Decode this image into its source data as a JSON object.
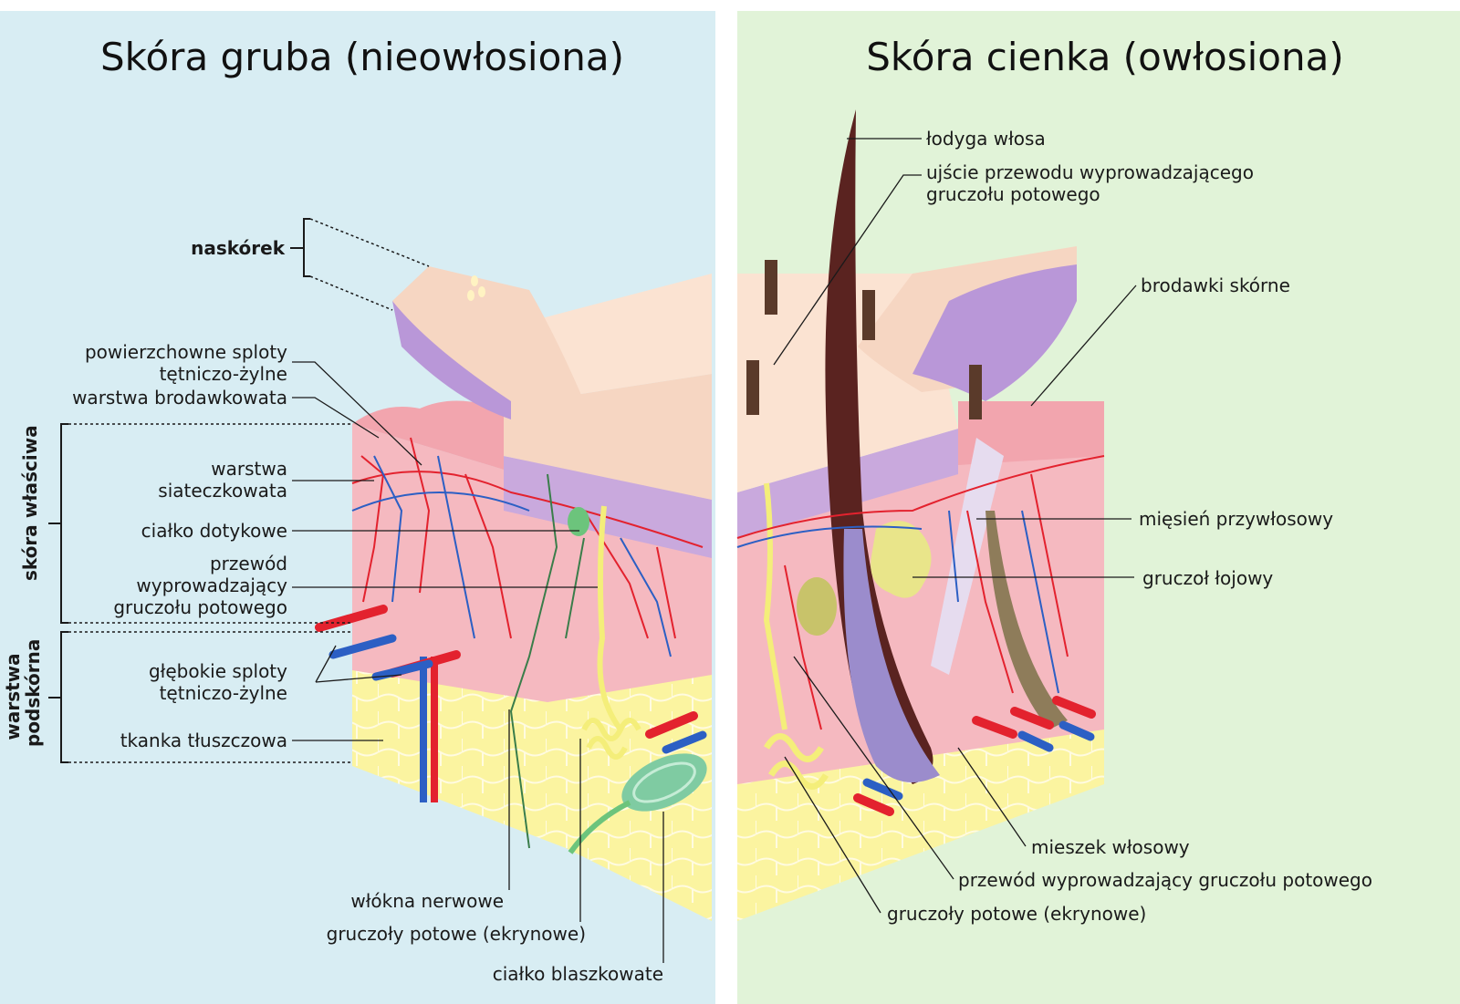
{
  "titles": {
    "left": "Skóra gruba (nieowłosiona)",
    "right": "Skóra cienka (owłosiona)"
  },
  "left_labels": {
    "epidermis": "naskórek",
    "superficial_plexus_1": "powierzchowne sploty",
    "superficial_plexus_2": "tętniczo-żylne",
    "papillary_layer": "warstwa brodawkowata",
    "reticular_layer_1": "warstwa",
    "reticular_layer_2": "siateczkowata",
    "tactile_corpuscle": "ciałko dotykowe",
    "sweat_duct_1": "przewód",
    "sweat_duct_2": "wyprowadzający",
    "sweat_duct_3": "gruczołu potowego",
    "deep_plexus_1": "głębokie sploty",
    "deep_plexus_2": "tętniczo-żylne",
    "adipose_tissue": "tkanka tłuszczowa",
    "nerve_fibers": "włókna nerwowe",
    "sweat_glands": "gruczoły potowe (ekrynowe)",
    "lamellar_corpuscle": "ciałko blaszkowate"
  },
  "side_labels": {
    "dermis": "skóra właściwa",
    "hypodermis_1": "warstwa",
    "hypodermis_2": "podskórna"
  },
  "right_labels": {
    "hair_shaft": "łodyga włosa",
    "sweat_pore_1": "ujście przewodu wyprowadzającego",
    "sweat_pore_2": "gruczołu potowego",
    "dermal_papillae": "brodawki skórne",
    "arrector_pili": "mięsień przywłosowy",
    "sebaceous_gland": "gruczoł łojowy",
    "hair_follicle": "mieszek włosowy",
    "sweat_duct": "przewód wyprowadzający gruczołu potowego",
    "sweat_glands": "gruczoły potowe (ekrynowe)"
  },
  "colors": {
    "left_bg": "#d8edf3",
    "right_bg": "#e1f3d8",
    "epidermis": "#f6d6c2",
    "basal_layer": "#c9a9dd",
    "dermis": "#f5b9c0",
    "hypodermis": "#fbf4a0",
    "artery": "#e3222e",
    "vein": "#2c5fc4",
    "nerve": "#3a7d4a",
    "hair": "#5a2320"
  }
}
